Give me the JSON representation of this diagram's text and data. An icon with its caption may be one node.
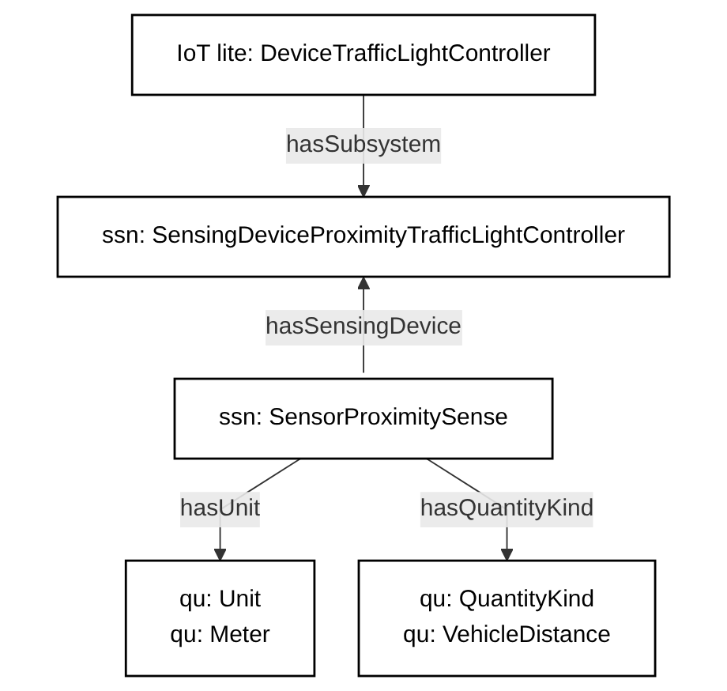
{
  "diagram": {
    "nodes": [
      {
        "text": [
          "IoT lite: DeviceTrafficLightController"
        ]
      },
      {
        "text": [
          "ssn: SensingDeviceProximityTrafficLightController"
        ]
      },
      {
        "text": [
          "ssn: SensorProximitySense"
        ]
      },
      {
        "text": [
          "qu: Unit",
          "qu: Meter"
        ]
      },
      {
        "text": [
          "qu: QuantityKind",
          "qu: VehicleDistance"
        ]
      }
    ],
    "edges": [
      {
        "from": 0,
        "to": 1,
        "arrow": "to",
        "label": "hasSubsystem"
      },
      {
        "from": 2,
        "to": 1,
        "arrow": "to",
        "label": "hasSensingDevice"
      },
      {
        "from": 2,
        "to": 3,
        "arrow": "to",
        "label": "hasUnit"
      },
      {
        "from": 2,
        "to": 4,
        "arrow": "to",
        "label": "hasQuantityKind"
      }
    ]
  }
}
